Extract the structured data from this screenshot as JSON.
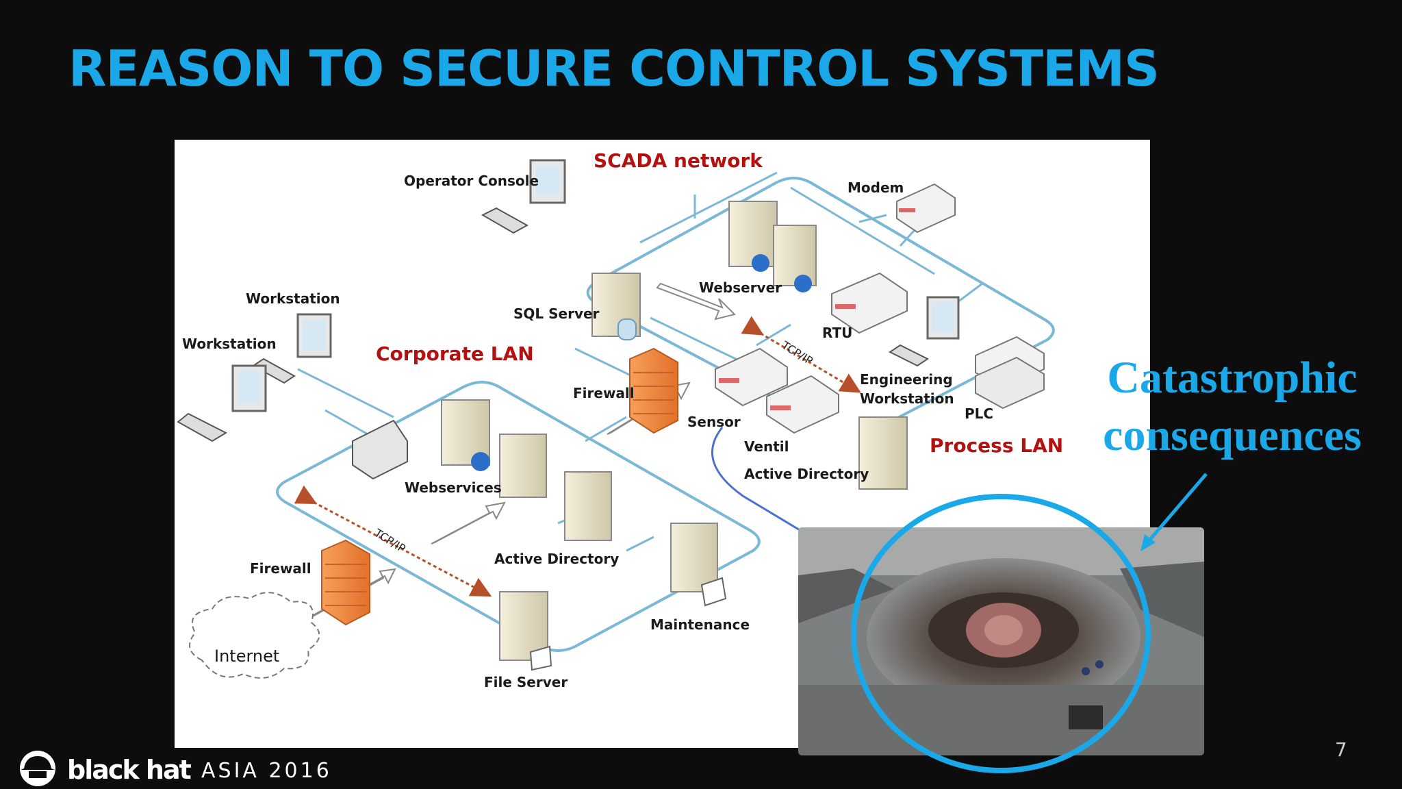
{
  "slide": {
    "title": "REASON TO SECURE CONTROL SYSTEMS",
    "page_number": "7",
    "callout": "Catastrophic consequences",
    "callout_line1": "Catastrophic",
    "callout_line2": "consequences"
  },
  "diagram": {
    "networks": {
      "scada": "SCADA network",
      "corporate": "Corporate  LAN",
      "process": "Process LAN"
    },
    "labels": {
      "operator_console": "Operator Console",
      "modem": "Modem",
      "webserver": "Webserver",
      "sql_server": "SQL Server",
      "rtu": "RTU",
      "workstation_1": "Workstation",
      "workstation_2": "Workstation",
      "firewall_scada": "Firewall",
      "engineering_workstation_1": "Engineering",
      "engineering_workstation_2": "Workstation",
      "plc": "PLC",
      "sensor": "Sensor",
      "ventil": "Ventil",
      "active_directory_process": "Active Directory",
      "webservices": "Webservices",
      "active_directory_corporate": "Active Directory",
      "firewall_corporate": "Firewall",
      "maintenance": "Maintenance",
      "internet": "Internet",
      "file_server": "File Server"
    },
    "protocol_labels": {
      "scada_link": "TCP/IP",
      "corporate_link": "TCP/IP"
    }
  },
  "branding": {
    "logo_text": "black hat",
    "event_text": "ASIA 2016"
  },
  "colors": {
    "background": "#0d0d0d",
    "title": "#1aa8e8",
    "network_label": "#b41010",
    "network_line": "#7ab8d8",
    "firewall": "#f08a3c",
    "callout": "#1aa8e8"
  }
}
